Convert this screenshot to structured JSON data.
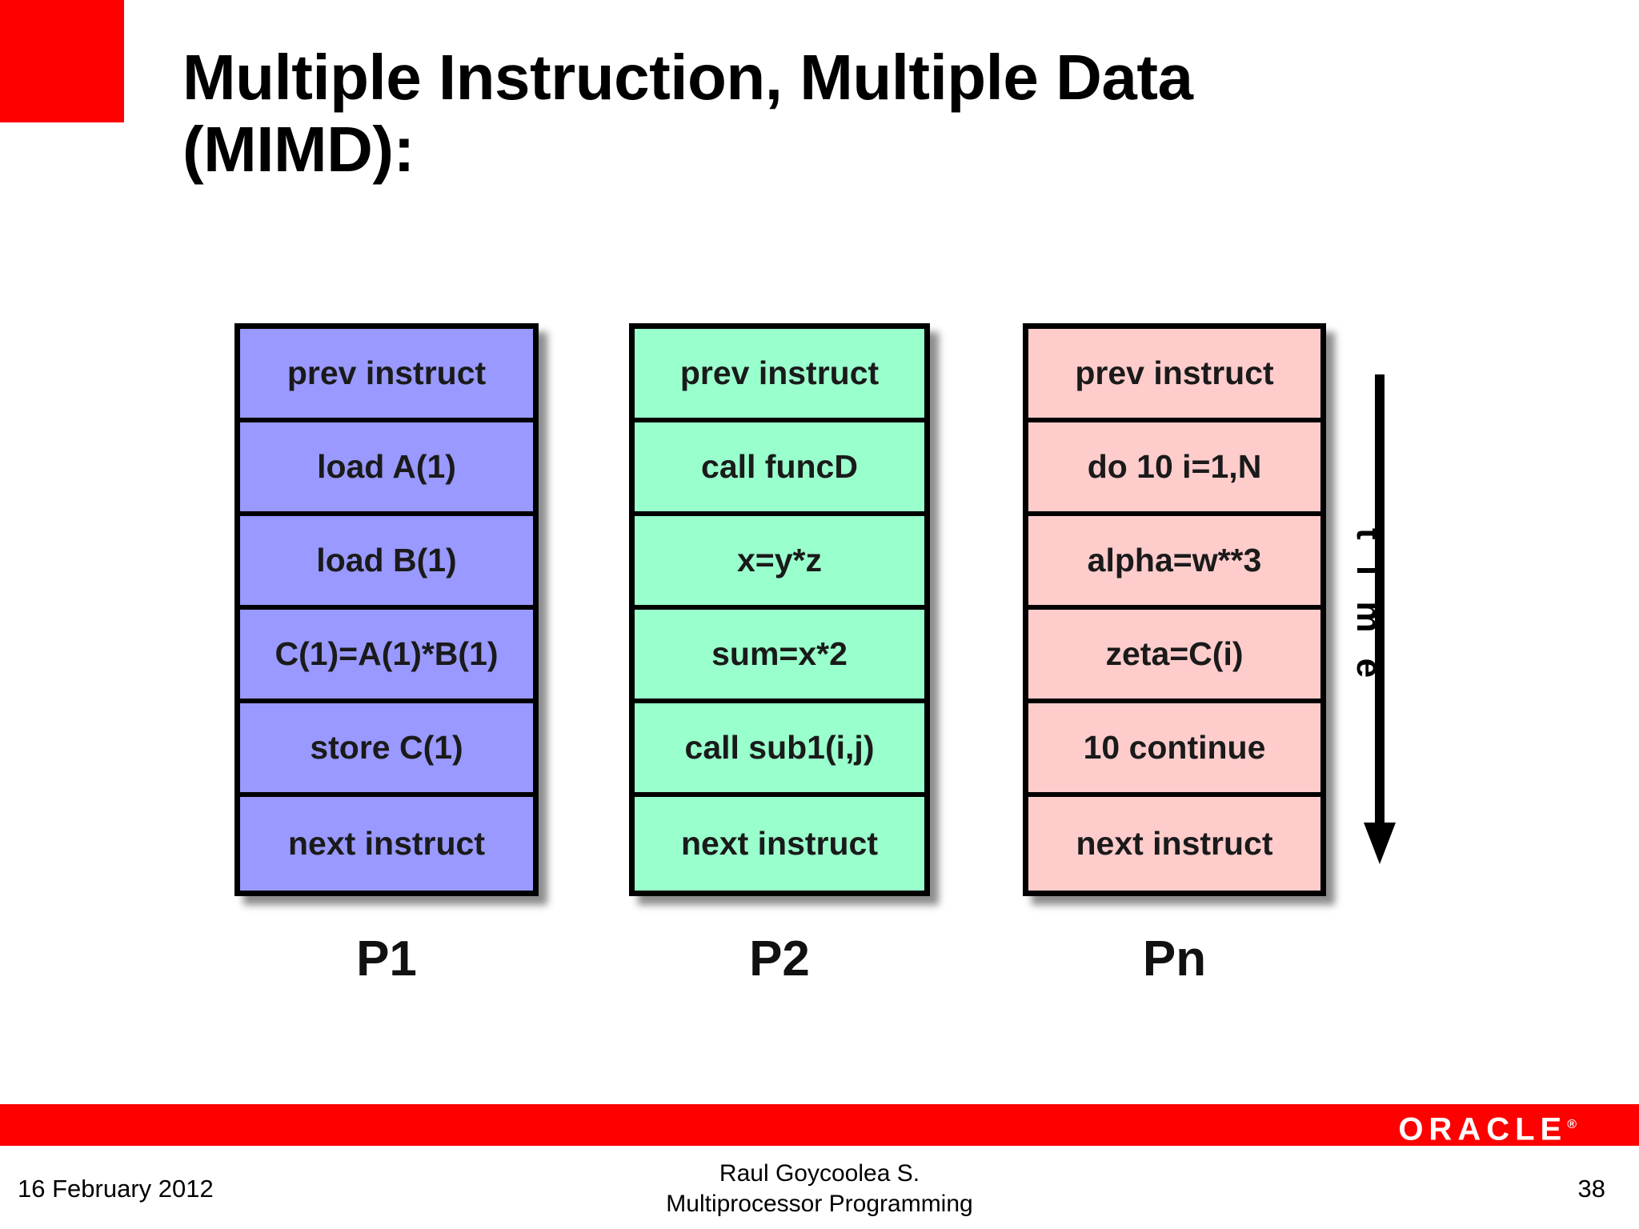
{
  "slide": {
    "title": "Multiple Instruction, Multiple Data\n(MIMD):",
    "page_number": "38",
    "accent_color": "#FF0000"
  },
  "diagram": {
    "time_axis_label": "t i m e",
    "columns": [
      {
        "label": "P1",
        "fill_color": "#9999FF",
        "rows": [
          "prev instruct",
          "load A(1)",
          "load B(1)",
          "C(1)=A(1)*B(1)",
          "store C(1)",
          "next instruct"
        ]
      },
      {
        "label": "P2",
        "fill_color": "#99FFCC",
        "rows": [
          "prev instruct",
          "call funcD",
          "x=y*z",
          "sum=x*2",
          "call sub1(i,j)",
          "next instruct"
        ]
      },
      {
        "label": "Pn",
        "fill_color": "#FFCCCC",
        "rows": [
          "prev instruct",
          "do 10 i=1,N",
          "alpha=w**3",
          "zeta=C(i)",
          "10 continue",
          "next instruct"
        ]
      }
    ]
  },
  "footer": {
    "date": "16 February 2012",
    "author": "Raul Goycoolea S.",
    "course": "Multiprocessor Programming",
    "brand": "ORACLE",
    "brand_mark": "®",
    "bar_color": "#FF0000"
  }
}
